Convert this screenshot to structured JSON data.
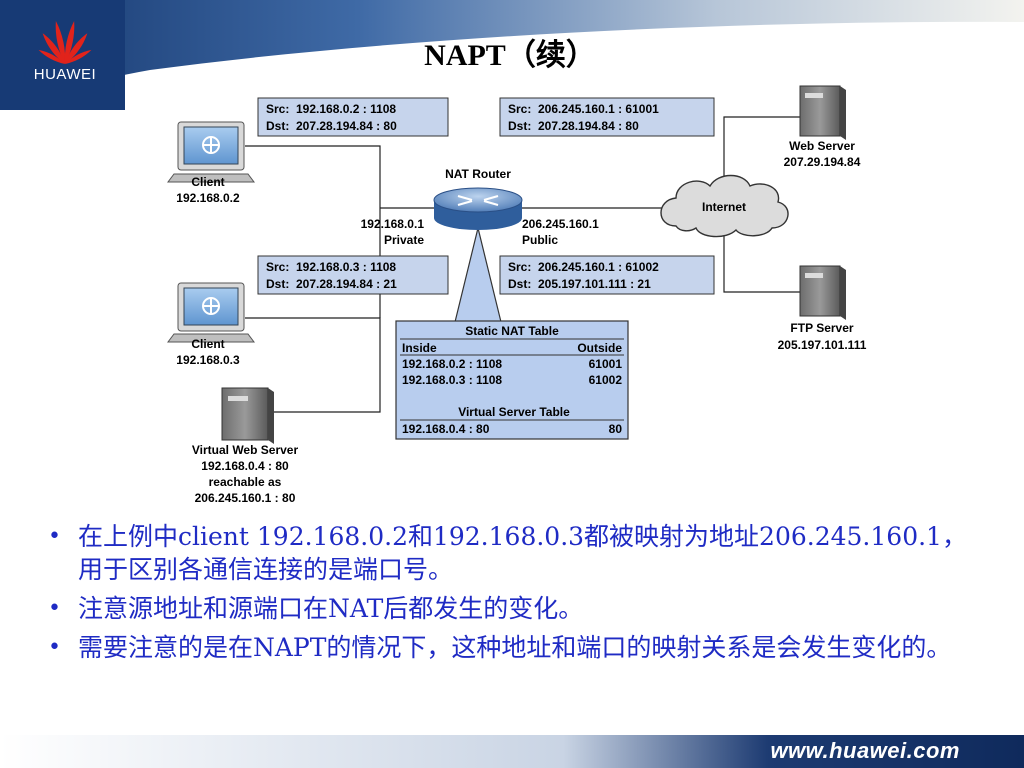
{
  "slide": {
    "title": "NAPT（续）",
    "logo_text": "HUAWEI",
    "footer_url": "www.huawei.com"
  },
  "diagram": {
    "client1": {
      "name": "Client",
      "ip": "192.168.0.2"
    },
    "client2": {
      "name": "Client",
      "ip": "192.168.0.3"
    },
    "virtual_server": {
      "lines": [
        "Virtual Web Server",
        "192.168.0.4 : 80",
        "reachable as",
        "206.245.160.1 : 80"
      ]
    },
    "router": {
      "name": "NAT Router",
      "private_ip": "192.168.0.1",
      "private_label": "Private",
      "public_ip": "206.245.160.1",
      "public_label": "Public"
    },
    "internet": "Internet",
    "web_server": {
      "name": "Web Server",
      "ip": "207.29.194.84"
    },
    "ftp_server": {
      "name": "FTP Server",
      "ip": "205.197.101.111"
    },
    "packets": {
      "p1": {
        "src": "Src:  192.168.0.2 : 1108",
        "dst": "Dst:  207.28.194.84 : 80"
      },
      "p2": {
        "src": "Src:  206.245.160.1 : 61001",
        "dst": "Dst:  207.28.194.84 : 80"
      },
      "p3": {
        "src": "Src:  192.168.0.3 : 1108",
        "dst": "Dst:  207.28.194.84 : 21"
      },
      "p4": {
        "src": "Src:  206.245.160.1 : 61002",
        "dst": "Dst:  205.197.101.111 : 21"
      }
    },
    "nat_table": {
      "title": "Static NAT Table",
      "col_inside": "Inside",
      "col_outside": "Outside",
      "rows": [
        {
          "inside": "192.168.0.2 : 1108",
          "outside": "61001"
        },
        {
          "inside": "192.168.0.3 : 1108",
          "outside": "61002"
        }
      ],
      "vs_title": "Virtual Server Table",
      "vs_row": {
        "inside": "192.168.0.4 : 80",
        "outside": "80"
      }
    }
  },
  "bullets": [
    "在上例中client 192.168.0.2和192.168.0.3都被映射为地址206.245.160.1，用于区别各通信连接的是端口号。",
    "注意源地址和源端口在NAT后都发生的变化。",
    "需要注意的是在NAPT的情况下，这种地址和端口的映射关系是会发生变化的。"
  ],
  "colors": {
    "header_blue": "#1b3f82",
    "accent_red": "#e1231b",
    "bullet_text": "#1f2bc4",
    "packet_fill": "#c6d4ec",
    "nat_fill": "#b8cdee"
  }
}
